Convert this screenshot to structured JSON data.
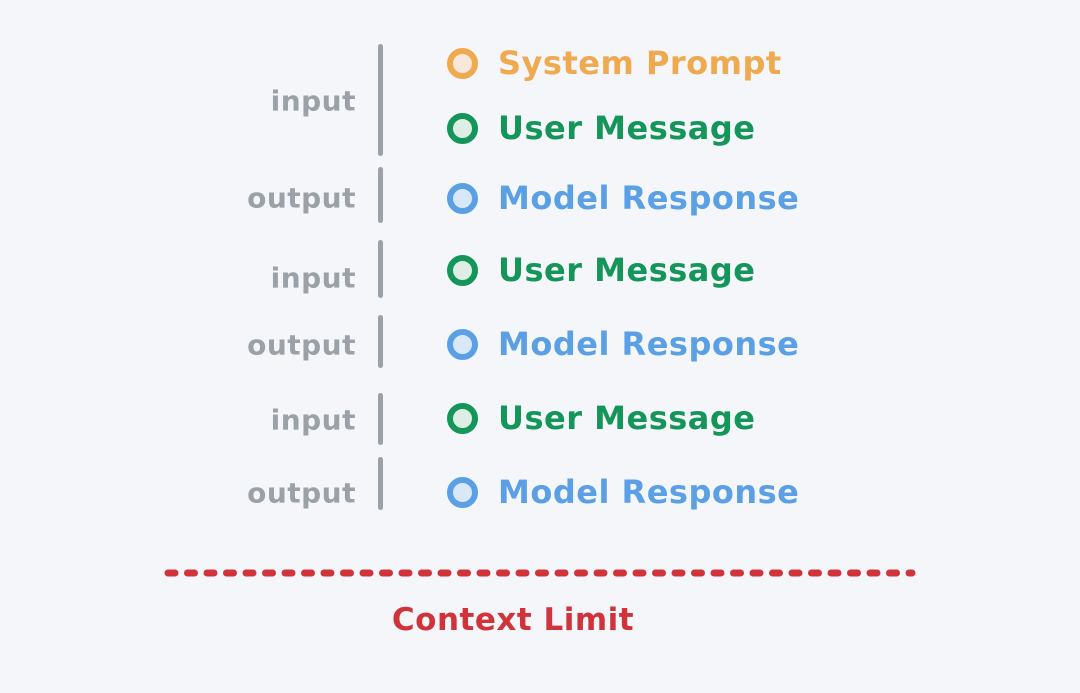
{
  "colors": {
    "background": "#f4f6fa",
    "gray": "#9ba1a9",
    "orange": "#efa94f",
    "orange_fill": "#f9e8da",
    "green": "#149559",
    "green_fill": "#ddeee5",
    "blue": "#5b9fe5",
    "blue_fill": "#d9e8f8",
    "red": "#d0343a"
  },
  "io_labels": [
    {
      "label": "input"
    },
    {
      "label": "output"
    },
    {
      "label": "input"
    },
    {
      "label": "output"
    },
    {
      "label": "input"
    },
    {
      "label": "output"
    }
  ],
  "messages": [
    {
      "text": "System Prompt",
      "color": "orange",
      "icon": "ring-circle"
    },
    {
      "text": "User Message",
      "color": "green",
      "icon": "ring-circle"
    },
    {
      "text": "Model Response",
      "color": "blue",
      "icon": "ring-circle"
    },
    {
      "text": "User Message",
      "color": "green",
      "icon": "ring-circle"
    },
    {
      "text": "Model Response",
      "color": "blue",
      "icon": "ring-circle"
    },
    {
      "text": "User Message",
      "color": "green",
      "icon": "ring-circle"
    },
    {
      "text": "Model Response",
      "color": "blue",
      "icon": "ring-circle"
    }
  ],
  "footer": {
    "label": "Context Limit"
  }
}
